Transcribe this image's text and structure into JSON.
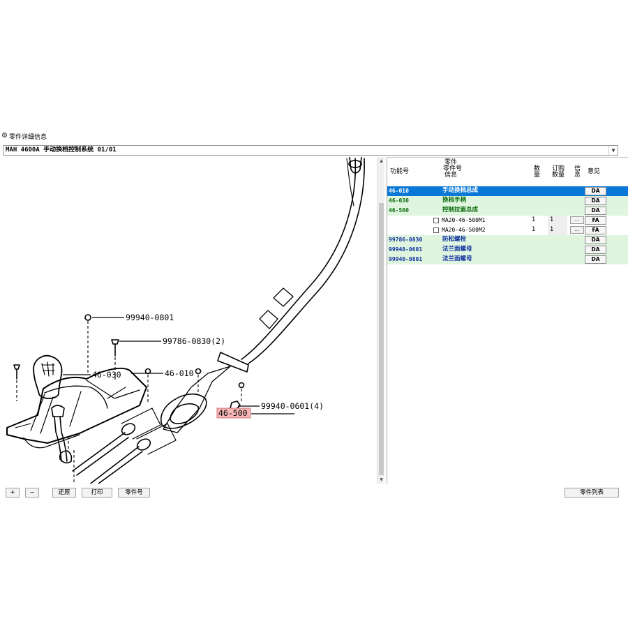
{
  "window": {
    "title": "零件详细信息"
  },
  "combo": {
    "value": "MAH 4600A 手动换档控制系统 01/01"
  },
  "drawing": {
    "labels": [
      "46-030",
      "99940-0801",
      "99786-0830(2)",
      "46-010",
      "46-500",
      "99940-0601(4)"
    ],
    "highlight_label": "46-500",
    "highlight_color": "#f4b6b6"
  },
  "parts_table": {
    "headers": {
      "func": "功能号",
      "part_info_1": "零件",
      "part_info_2": "零件号",
      "part_info_3": "信息",
      "qty_1": "数",
      "qty_2": "量",
      "order_qty_1": "订购",
      "order_qty_2": "数量",
      "info_1": "信",
      "info_2": "息",
      "opinion": "意见"
    },
    "rows": [
      {
        "code": "46-010",
        "name": "手动换档总成",
        "btn": "DA"
      },
      {
        "code": "46-030",
        "name": "换档手柄",
        "btn": "DA"
      },
      {
        "code": "46-500",
        "name": "控制拉索总成",
        "btn": "DA"
      },
      {
        "part": "MA20-46-500M1",
        "qty": "1",
        "order_qty": "1",
        "more": "...",
        "btn": "FA"
      },
      {
        "part": "MA20-46-500M2",
        "qty": "1",
        "order_qty": "1",
        "more": "...",
        "btn": "FA"
      },
      {
        "code": "99786-0830",
        "name": "防松螺栓",
        "btn": "DA"
      },
      {
        "code": "99940-0601",
        "name": "法兰面螺母",
        "btn": "DA"
      },
      {
        "code": "99940-0801",
        "name": "法兰面螺母",
        "btn": "DA"
      }
    ],
    "colors": {
      "selected": "#0a78d7",
      "green_text": "#0b6b0b",
      "blue_text": "#1030a0",
      "row_bg": "#dff5df"
    }
  },
  "toolbar": {
    "zoom_in": "+",
    "zoom_out": "−",
    "restore": "还原",
    "print": "打印",
    "part_no": "零件号",
    "parts_list": "零件列表"
  }
}
